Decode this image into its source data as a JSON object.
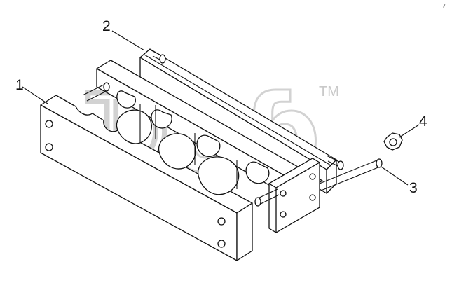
{
  "callouts": {
    "part_1": "1",
    "part_2": "2",
    "part_3": "3",
    "part_4": "4"
  },
  "watermark": {
    "text": "ᗪɑɓ",
    "trademark": "TM"
  },
  "corner_mark": "ℓ"
}
